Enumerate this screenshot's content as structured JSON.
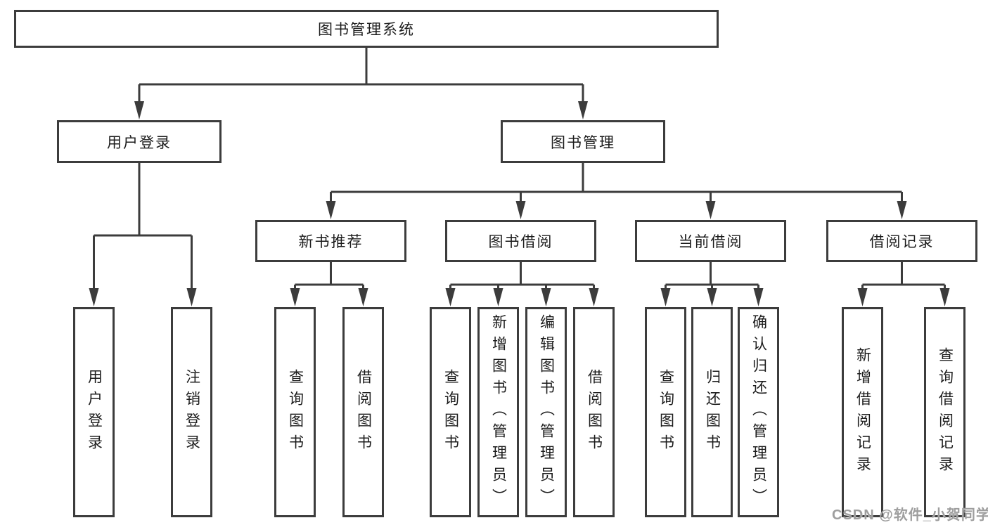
{
  "diagram": {
    "watermark": "CSDN @软件_小贺同学",
    "colors": {
      "line": "#3c3c3c",
      "box_border": "#3c3c3c",
      "box_fill": "#ffffff",
      "text": "#1c1c1c",
      "watermark": "#9e9e9e"
    },
    "tree": {
      "label": "图书管理系统",
      "children": [
        {
          "label": "用户登录",
          "children": [
            "用户登录",
            "注销登录"
          ]
        },
        {
          "label": "图书管理",
          "children": [
            {
              "label": "新书推荐",
              "children": [
                "查询图书",
                "借阅图书"
              ]
            },
            {
              "label": "图书借阅",
              "children": [
                "查询图书",
                "新增图书（管理员）",
                "编辑图书（管理员）",
                "借阅图书"
              ]
            },
            {
              "label": "当前借阅",
              "children": [
                "查询图书",
                "归还图书",
                "确认归还（管理员）"
              ]
            },
            {
              "label": "借阅记录",
              "children": [
                "新增借阅记录",
                "查询借阅记录"
              ]
            }
          ]
        }
      ]
    }
  }
}
